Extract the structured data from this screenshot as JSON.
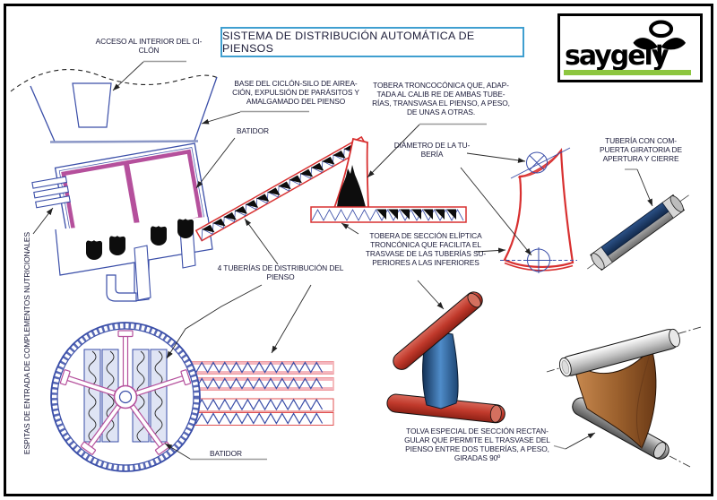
{
  "title": "SISTEMA DE DISTRIBUCIÓN AUTOMÁTICA DE PIENSOS",
  "logo": {
    "text": "saygely"
  },
  "labels": {
    "acceso": "ACCESO AL INTERIOR DEL CI-\nCLÓN",
    "base": "BASE DEL CICLÓN-SILO DE AIREA-\nCIÓN, EXPULSIÓN DE PARÁSITOS Y\nAMALGAMADO DEL PIENSO",
    "batidor_top": "BATIDOR",
    "tobera_troncoconica": "TOBERA TRONCOCÓNICA QUE, ADAP-\nTADA AL CALIB RE DE AMBAS TUBE-\nRÍAS, TRANSVASA EL PIENSO, A PESO,\nDE UNAS A OTRAS.",
    "diametro": "DIÁMETRO DE LA TU-\nBERÍA",
    "tuberia_compuerta": "TUBERÍA CON COM-\nPUERTA GIRATORIA DE\nAPERTURA Y CIERRE",
    "cuatro_tuberias": "4 TUBERÍAS DE DISTRIBUCIÓN DEL\nPIENSO",
    "tobera_eliptica": "TOBERA DE SECCIÓN ELÍPTICA\nTRONCÓNICA QUE FACILITA EL\nTRASVASE DE LAS TUBERÍAS SU-\nPERIORES A LAS INFERIORES",
    "espitas": "ESPITAS DE ENTRADA DE COMPLEMENTOS NUTRICIONALES",
    "batidor_bottom": "BATIDOR",
    "tolva": "TOLVA ESPECIAL DE SECCIÓN RECTAN-\nGULAR QUE PERMITE EL TRASVASE DEL\nPIENSO ENTRE DOS TUBERÍAS, A PESO,\nGIRADAS 90º"
  },
  "colors": {
    "title_border": "#3f9fd0",
    "logo_green": "#8dc63f",
    "line_blue": "#3a4ea8",
    "line_red": "#d83030",
    "line_magenta": "#b5509c"
  }
}
